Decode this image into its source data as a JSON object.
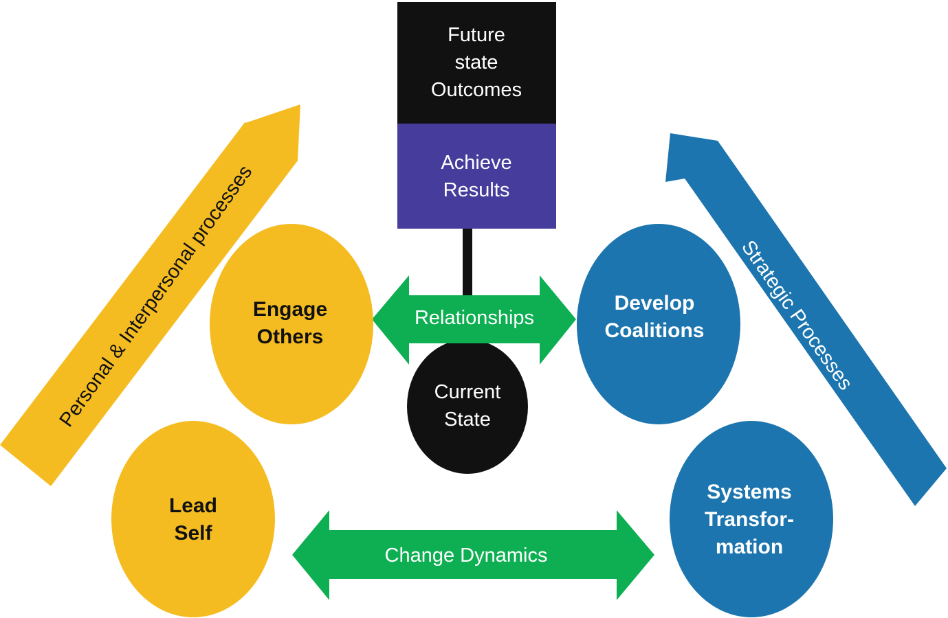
{
  "colors": {
    "gold": "#F5BC22",
    "blue": "#1C75AE",
    "green": "#0EAF52",
    "purple": "#463C9C",
    "black": "#111111"
  },
  "future_state": {
    "line1": "Future",
    "line2": "state",
    "line3": "Outcomes"
  },
  "achieve_results": {
    "line1": "Achieve",
    "line2": "Results"
  },
  "engage_others": {
    "line1": "Engage",
    "line2": "Others"
  },
  "lead_self": {
    "line1": "Lead",
    "line2": "Self"
  },
  "current_state": {
    "line1": "Current",
    "line2": "State"
  },
  "develop_coalitions": {
    "line1": "Develop",
    "line2": "Coalitions"
  },
  "systems_transformation": {
    "line1": "Systems",
    "line2": "Transfor-",
    "line3": "mation"
  },
  "relationships_label": "Relationships",
  "change_dynamics_label": "Change Dynamics",
  "personal_processes_label": "Personal & Interpersonal processes",
  "strategic_processes_label": "Strategic Processes"
}
